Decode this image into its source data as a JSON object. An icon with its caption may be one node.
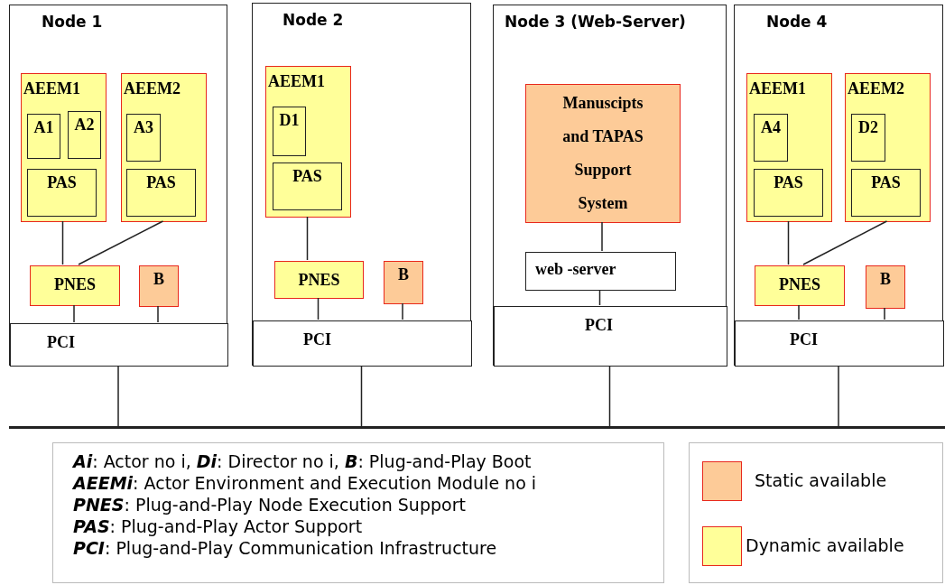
{
  "diagram": {
    "nodes": [
      {
        "text": [
          "Node 1"
        ]
      },
      {
        "text": [
          "AEEM1"
        ],
        "in": 0
      },
      {
        "text": [
          "A1"
        ],
        "in": 1
      },
      {
        "text": [
          "A2"
        ],
        "in": 1
      },
      {
        "text": [
          "PAS"
        ],
        "in": 1
      },
      {
        "text": [
          "AEEM2"
        ],
        "in": 0
      },
      {
        "text": [
          "A3"
        ],
        "in": 5
      },
      {
        "text": [
          "PAS"
        ],
        "in": 5
      },
      {
        "text": [
          "PNES"
        ],
        "in": 0
      },
      {
        "text": [
          "B"
        ],
        "in": 0
      },
      {
        "text": [
          "PCI"
        ],
        "in": 0
      },
      {
        "text": [
          "Node 2"
        ]
      },
      {
        "text": [
          "AEEM1"
        ],
        "in": 11
      },
      {
        "text": [
          "D1"
        ],
        "in": 12
      },
      {
        "text": [
          "PAS"
        ],
        "in": 12
      },
      {
        "text": [
          "PNES"
        ],
        "in": 11
      },
      {
        "text": [
          "B"
        ],
        "in": 11
      },
      {
        "text": [
          "PCI"
        ],
        "in": 11
      },
      {
        "text": [
          "Node 3 (Web-Server)"
        ]
      },
      {
        "text": [
          "Manuscipts and TAPAS Support System"
        ],
        "in": 18
      },
      {
        "text": [
          "web -server"
        ],
        "in": 18
      },
      {
        "text": [
          "PCI"
        ],
        "in": 18
      },
      {
        "text": [
          "Node 4"
        ]
      },
      {
        "text": [
          "AEEM1"
        ],
        "in": 22
      },
      {
        "text": [
          "A4"
        ],
        "in": 23
      },
      {
        "text": [
          "PAS"
        ],
        "in": 23
      },
      {
        "text": [
          "AEEM2"
        ],
        "in": 22
      },
      {
        "text": [
          "D2"
        ],
        "in": 26
      },
      {
        "text": [
          "PAS"
        ],
        "in": 26
      },
      {
        "text": [
          "PNES"
        ],
        "in": 22
      },
      {
        "text": [
          "B"
        ],
        "in": 22
      },
      {
        "text": [
          "PCI"
        ],
        "in": 22
      },
      {
        "text": [],
        "shape": "bar"
      }
    ],
    "edges": [
      {
        "from": 1,
        "to": 8,
        "arrow": "none"
      },
      {
        "from": 5,
        "to": 8,
        "arrow": "none"
      },
      {
        "from": 8,
        "to": 10,
        "arrow": "none"
      },
      {
        "from": 9,
        "to": 10,
        "arrow": "none"
      },
      {
        "from": 10,
        "to": 32,
        "arrow": "none"
      },
      {
        "from": 12,
        "to": 15,
        "arrow": "none"
      },
      {
        "from": 15,
        "to": 17,
        "arrow": "none"
      },
      {
        "from": 16,
        "to": 17,
        "arrow": "none"
      },
      {
        "from": 17,
        "to": 32,
        "arrow": "none"
      },
      {
        "from": 19,
        "to": 20,
        "arrow": "none"
      },
      {
        "from": 20,
        "to": 21,
        "arrow": "none"
      },
      {
        "from": 21,
        "to": 32,
        "arrow": "none"
      },
      {
        "from": 23,
        "to": 29,
        "arrow": "none"
      },
      {
        "from": 26,
        "to": 29,
        "arrow": "none"
      },
      {
        "from": 29,
        "to": 31,
        "arrow": "none"
      },
      {
        "from": 30,
        "to": 31,
        "arrow": "none"
      },
      {
        "from": 31,
        "to": 32,
        "arrow": "none"
      }
    ],
    "labels": [
      "**Ai**: Actor no i, **Di**: Director no i, **B**: Plug-and-Play Boot",
      "**AEEMi**: Actor Environment and Execution Module no i",
      "**PNES**: Plug-and-Play Node Execution Support",
      "**PAS**: Plug-and-Play Actor Support",
      "**PCI**: Plug-and-Play Communication Infrastructure"
    ],
    "legend": [
      {
        "text": "Static available",
        "color": "#fdcb98"
      },
      {
        "text": "Dynamic available",
        "color": "#ffff99"
      }
    ]
  }
}
